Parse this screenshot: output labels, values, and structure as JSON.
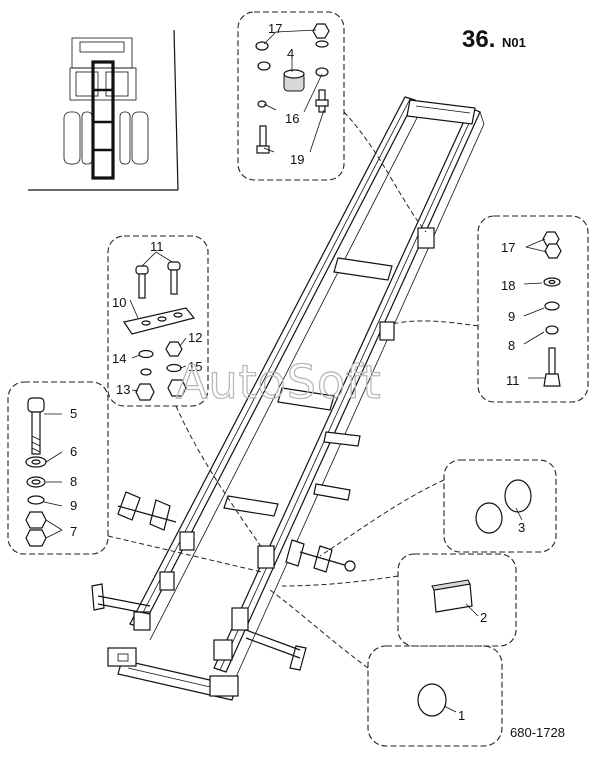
{
  "page": {
    "number": "36.",
    "suffix": "N01",
    "reference": "680-1728",
    "watermark": "AutoSoft"
  },
  "callouts": {
    "top_box": [
      "17",
      "4",
      "16",
      "19"
    ],
    "right_box": [
      "17",
      "18",
      "9",
      "8",
      "11"
    ],
    "left_box": [
      "11",
      "10",
      "12",
      "14",
      "15",
      "13"
    ],
    "bolt_box": [
      "5",
      "6",
      "8",
      "9",
      "7"
    ],
    "item3": "3",
    "item2": "2",
    "item1": "1"
  }
}
